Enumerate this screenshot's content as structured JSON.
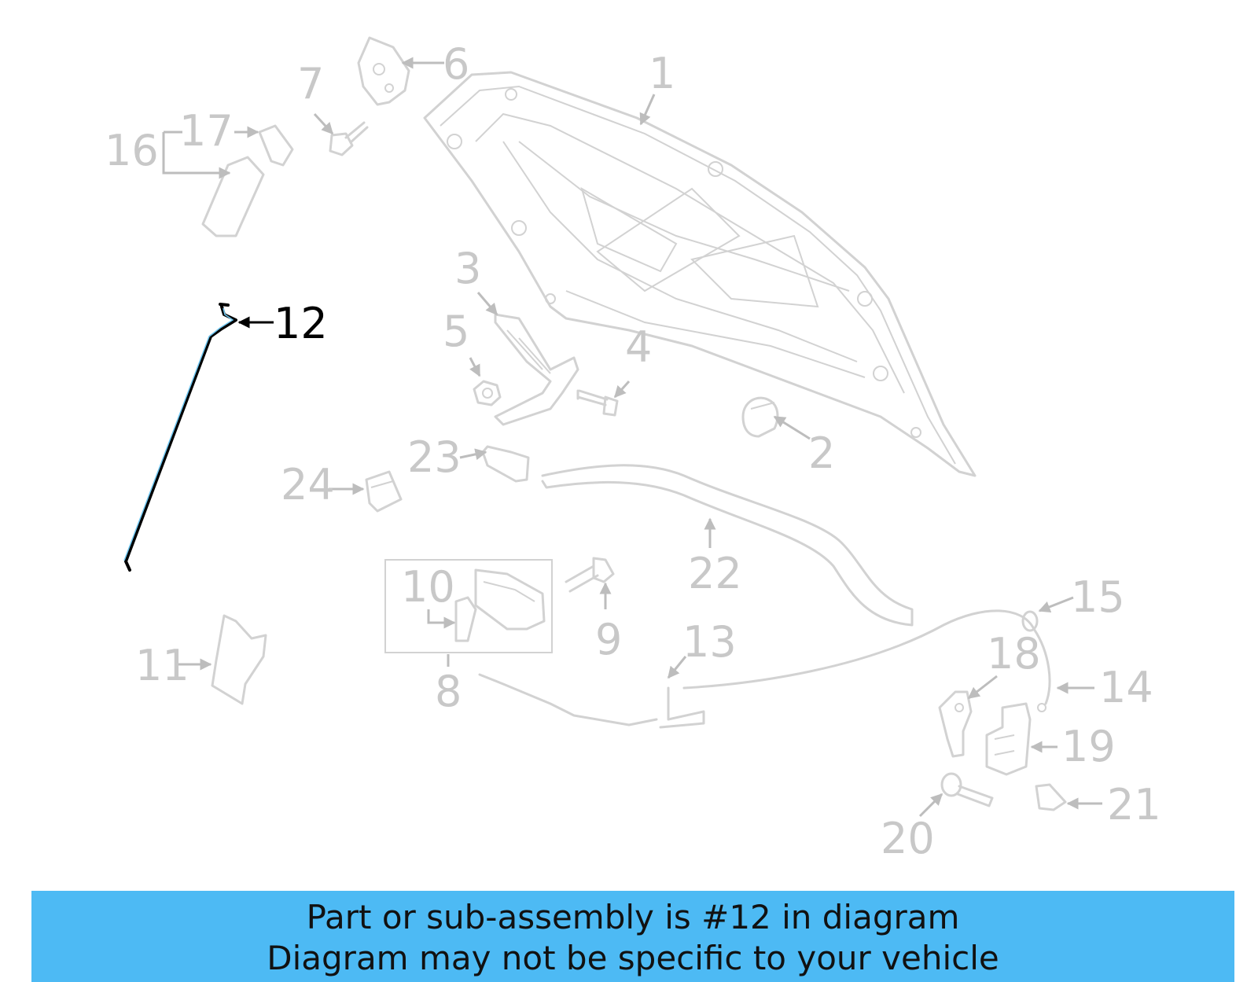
{
  "colors": {
    "banner_bg": "#4dbaf4",
    "highlight": "#000000",
    "parts": "#d2d2d2",
    "labels": "#c8c8c8"
  },
  "callouts": [
    "1",
    "2",
    "3",
    "4",
    "5",
    "6",
    "7",
    "8",
    "9",
    "10",
    "11",
    "12",
    "13",
    "14",
    "15",
    "16",
    "17",
    "18",
    "19",
    "20",
    "21",
    "22",
    "23",
    "24"
  ],
  "highlighted_callout": "12",
  "banner": {
    "line1": "Part or sub-assembly is #12 in diagram",
    "line2": "Diagram may not be specific to your vehicle"
  }
}
